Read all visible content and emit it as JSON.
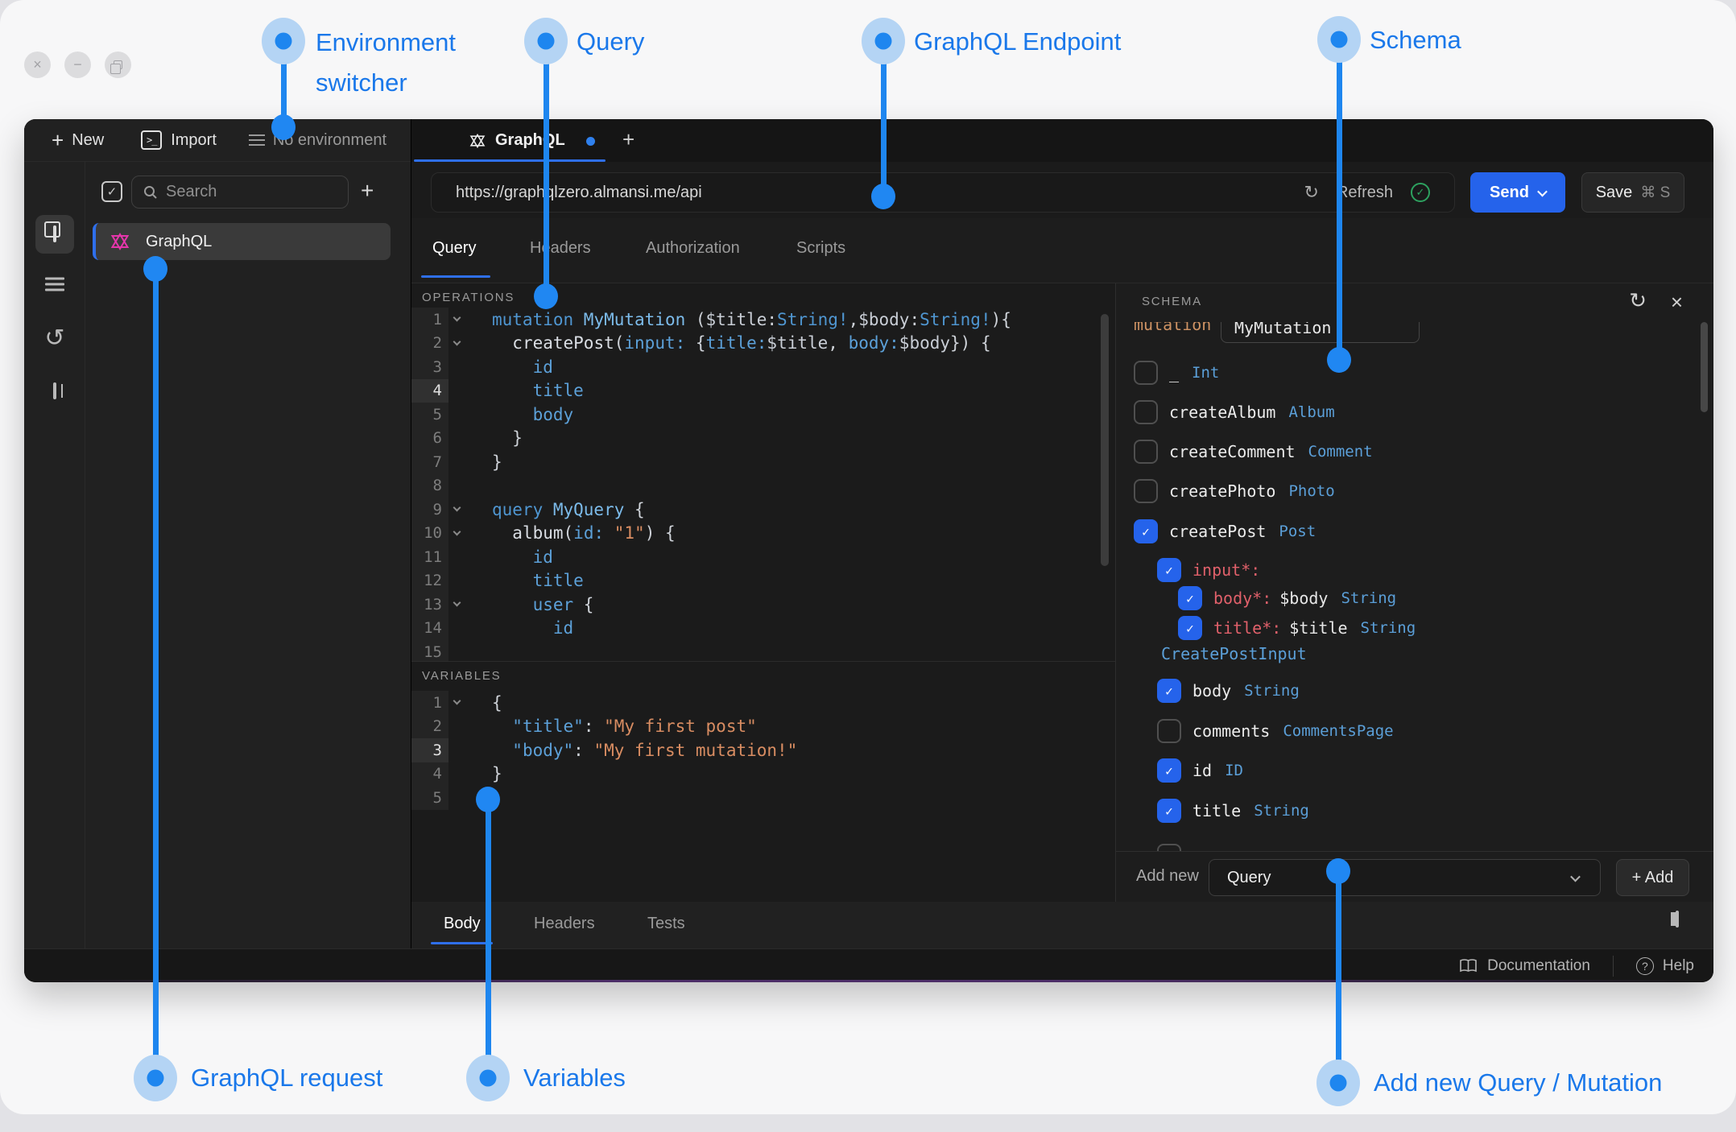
{
  "annotations": {
    "env_switcher": "Environment switcher",
    "query": "Query",
    "endpoint": "GraphQL Endpoint",
    "schema": "Schema",
    "request": "GraphQL request",
    "variables": "Variables",
    "add_new": "Add new Query / Mutation"
  },
  "sidebar": {
    "new_label": "New",
    "import_label": "Import",
    "environment_label": "No environment",
    "search_placeholder": "Search",
    "request_item": "GraphQL"
  },
  "tabbar": {
    "active_tab": "GraphQL"
  },
  "urlbar": {
    "url": "https://graphqlzero.almansi.me/api",
    "refresh_label": "Refresh",
    "send_label": "Send",
    "save_label": "Save",
    "save_shortcut": "⌘ S"
  },
  "request_tabs": {
    "items": [
      "Query",
      "Headers",
      "Authorization",
      "Scripts"
    ],
    "active": "Query"
  },
  "operations": {
    "label": "OPERATIONS",
    "active_line": 4,
    "lines": [
      {
        "n": 1,
        "fold": true,
        "tokens": [
          [
            "kw",
            "mutation "
          ],
          [
            "name",
            "MyMutation "
          ],
          [
            "pun",
            "("
          ],
          [
            "var",
            "$title"
          ],
          [
            "pun",
            ":"
          ],
          [
            "typ",
            "String!"
          ],
          [
            "pun",
            ","
          ],
          [
            "var",
            "$body"
          ],
          [
            "pun",
            ":"
          ],
          [
            "typ",
            "String!"
          ],
          [
            "pun",
            "){"
          ]
        ]
      },
      {
        "n": 2,
        "fold": true,
        "tokens": [
          [
            "pun",
            "  "
          ],
          [
            "fld",
            "createPost"
          ],
          [
            "pun",
            "("
          ],
          [
            "arg",
            "input: "
          ],
          [
            "pun",
            "{"
          ],
          [
            "arg",
            "title:"
          ],
          [
            "var",
            "$title"
          ],
          [
            "pun",
            ", "
          ],
          [
            "arg",
            "body:"
          ],
          [
            "var",
            "$body"
          ],
          [
            "pun",
            "}) {"
          ]
        ]
      },
      {
        "n": 3,
        "tokens": [
          [
            "pun",
            "    "
          ],
          [
            "sel",
            "id"
          ]
        ]
      },
      {
        "n": 4,
        "active": true,
        "tokens": [
          [
            "pun",
            "    "
          ],
          [
            "sel",
            "title"
          ]
        ]
      },
      {
        "n": 5,
        "tokens": [
          [
            "pun",
            "    "
          ],
          [
            "sel",
            "body"
          ]
        ]
      },
      {
        "n": 6,
        "tokens": [
          [
            "pun",
            "  }"
          ]
        ]
      },
      {
        "n": 7,
        "tokens": [
          [
            "pun",
            "}"
          ]
        ]
      },
      {
        "n": 8,
        "tokens": []
      },
      {
        "n": 9,
        "fold": true,
        "tokens": [
          [
            "kw",
            "query "
          ],
          [
            "name",
            "MyQuery "
          ],
          [
            "pun",
            "{"
          ]
        ]
      },
      {
        "n": 10,
        "fold": true,
        "tokens": [
          [
            "pun",
            "  "
          ],
          [
            "fld",
            "album"
          ],
          [
            "pun",
            "("
          ],
          [
            "arg",
            "id: "
          ],
          [
            "str",
            "\"1\""
          ],
          [
            "pun",
            ") {"
          ]
        ]
      },
      {
        "n": 11,
        "tokens": [
          [
            "pun",
            "    "
          ],
          [
            "sel",
            "id"
          ]
        ]
      },
      {
        "n": 12,
        "tokens": [
          [
            "pun",
            "    "
          ],
          [
            "sel",
            "title"
          ]
        ]
      },
      {
        "n": 13,
        "fold": true,
        "tokens": [
          [
            "pun",
            "    "
          ],
          [
            "sel",
            "user"
          ],
          [
            "pun",
            " {"
          ]
        ]
      },
      {
        "n": 14,
        "tokens": [
          [
            "pun",
            "      "
          ],
          [
            "sel",
            "id"
          ]
        ]
      },
      {
        "n": 15,
        "tokens": []
      }
    ]
  },
  "variables_editor": {
    "label": "VARIABLES",
    "active_line": 3,
    "lines": [
      {
        "n": 1,
        "fold": true,
        "tokens": [
          [
            "pun",
            "{"
          ]
        ]
      },
      {
        "n": 2,
        "tokens": [
          [
            "pun",
            "  "
          ],
          [
            "key",
            "\"title\""
          ],
          [
            "pun",
            ": "
          ],
          [
            "strv",
            "\"My first post\""
          ]
        ]
      },
      {
        "n": 3,
        "active": true,
        "tokens": [
          [
            "pun",
            "  "
          ],
          [
            "key",
            "\"body\""
          ],
          [
            "pun",
            ": "
          ],
          [
            "strv",
            "\"My first mutation!\""
          ]
        ]
      },
      {
        "n": 4,
        "tokens": [
          [
            "pun",
            "}"
          ]
        ]
      },
      {
        "n": 5,
        "tokens": []
      }
    ]
  },
  "schema_panel": {
    "label": "SCHEMA",
    "mutation_keyword": "mutation",
    "mutation_name": "MyMutation",
    "rows": [
      {
        "checked": false,
        "indent": 0,
        "label": "_",
        "type": "Int"
      },
      {
        "checked": false,
        "indent": 0,
        "label": "createAlbum",
        "type": "Album"
      },
      {
        "checked": false,
        "indent": 0,
        "label": "createComment",
        "type": "Comment"
      },
      {
        "checked": false,
        "indent": 0,
        "label": "createPhoto",
        "type": "Photo"
      },
      {
        "checked": true,
        "indent": 0,
        "label": "createPost",
        "type": "Post"
      },
      {
        "checked": true,
        "indent": 1,
        "label": "input*:",
        "red": true
      },
      {
        "checked": true,
        "indent": 2,
        "label": "body*:",
        "red": true,
        "value": "$body",
        "type": "String"
      },
      {
        "checked": true,
        "indent": 2,
        "label": "title*:",
        "red": true,
        "value": "$title",
        "type": "String"
      },
      {
        "typeOnly": true,
        "indent": 1,
        "label": "CreatePostInput"
      },
      {
        "checked": true,
        "indent": 1,
        "label": "body",
        "type": "String"
      },
      {
        "checked": false,
        "indent": 1,
        "label": "comments",
        "type": "CommentsPage"
      },
      {
        "checked": true,
        "indent": 1,
        "label": "id",
        "type": "ID"
      },
      {
        "checked": true,
        "indent": 1,
        "label": "title",
        "type": "String"
      }
    ],
    "add_new_label": "Add new",
    "add_new_value": "Query",
    "add_button_label": "+ Add"
  },
  "bottom_tabs": {
    "items": [
      "Body",
      "Headers",
      "Tests"
    ],
    "active": "Body"
  },
  "footer": {
    "documentation_label": "Documentation",
    "help_label": "Help"
  }
}
